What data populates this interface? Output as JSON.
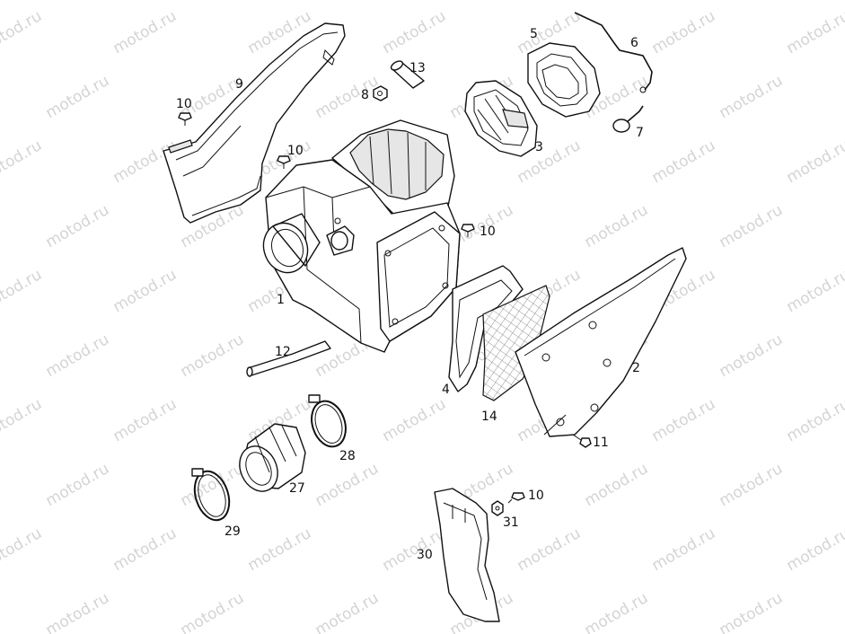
{
  "watermark": {
    "text": "motod.ru",
    "color": "#d4d4d4"
  },
  "callouts": [
    {
      "id": "label-1",
      "text": "1"
    },
    {
      "id": "label-2",
      "text": "2"
    },
    {
      "id": "label-3",
      "text": "3"
    },
    {
      "id": "label-4",
      "text": "4"
    },
    {
      "id": "label-5",
      "text": "5"
    },
    {
      "id": "label-6",
      "text": "6"
    },
    {
      "id": "label-7",
      "text": "7"
    },
    {
      "id": "label-8",
      "text": "8"
    },
    {
      "id": "label-9",
      "text": "9"
    },
    {
      "id": "label-10a",
      "text": "10"
    },
    {
      "id": "label-10b",
      "text": "10"
    },
    {
      "id": "label-10c",
      "text": "10"
    },
    {
      "id": "label-10d",
      "text": "10"
    },
    {
      "id": "label-11",
      "text": "11"
    },
    {
      "id": "label-12",
      "text": "12"
    },
    {
      "id": "label-13",
      "text": "13"
    },
    {
      "id": "label-14",
      "text": "14"
    },
    {
      "id": "label-27",
      "text": "27"
    },
    {
      "id": "label-28",
      "text": "28"
    },
    {
      "id": "label-29",
      "text": "29"
    },
    {
      "id": "label-30",
      "text": "30"
    },
    {
      "id": "label-31",
      "text": "31"
    }
  ]
}
